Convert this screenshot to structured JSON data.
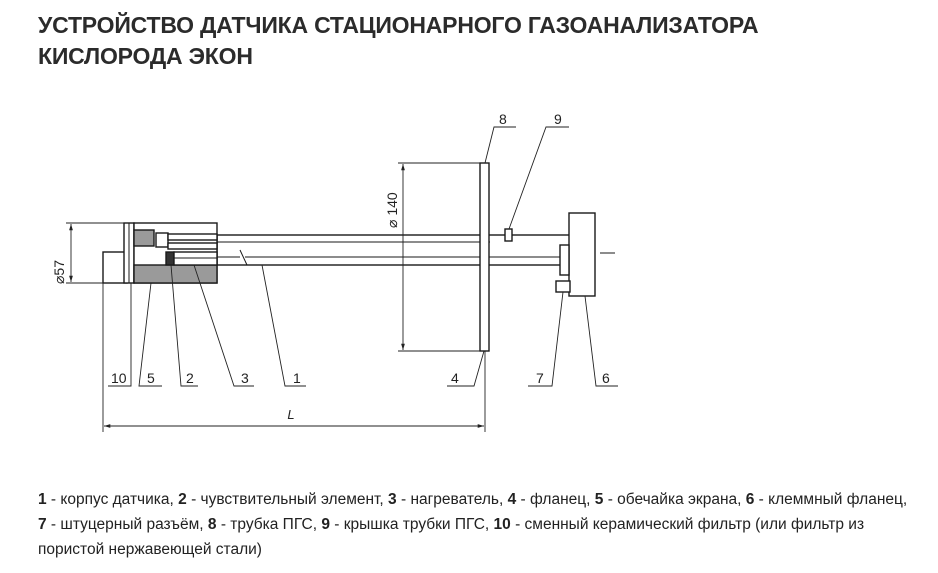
{
  "title": {
    "line1": "УСТРОЙСТВО ДАТЧИКА СТАЦИОНАРНОГО ГАЗОАНАЛИЗАТОРА",
    "line2": "КИСЛОРОДА ЭКОН"
  },
  "drawing": {
    "dim_diameter_57": "⌀57",
    "dim_diameter_140": "⌀ 140",
    "dim_length": "L",
    "callouts": {
      "c1": "1",
      "c2": "2",
      "c3": "3",
      "c4": "4",
      "c5": "5",
      "c6": "6",
      "c7": "7",
      "c8": "8",
      "c9": "9",
      "c10": "10"
    }
  },
  "legend": [
    {
      "num": "1",
      "text": " - корпус датчика, "
    },
    {
      "num": "2",
      "text": " - чувствительный элемент, "
    },
    {
      "num": "3",
      "text": " - нагреватель, "
    },
    {
      "num": "4",
      "text": " - фланец, "
    },
    {
      "num": "5",
      "text": " - обечайка экрана, "
    },
    {
      "num": "6",
      "text": " - клеммный фланец, "
    },
    {
      "num": "7",
      "text": " - штуцерный разъём, "
    },
    {
      "num": "8",
      "text": " - трубка ПГС, "
    },
    {
      "num": "9",
      "text": " - крышка трубки ПГС, "
    },
    {
      "num": "10",
      "text": " - сменный керамический фильтр (или фильтр из пористой нержавеющей стали)"
    }
  ]
}
